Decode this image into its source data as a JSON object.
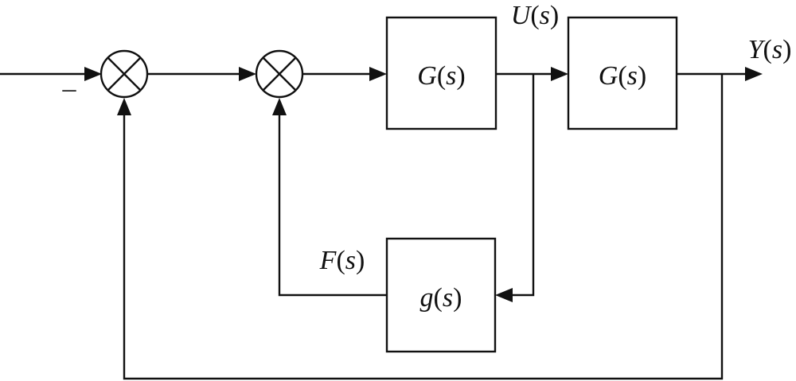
{
  "blocks": {
    "block1": {
      "func": "G",
      "var": "s"
    },
    "block2": {
      "func": "G",
      "var": "s"
    },
    "feedback": {
      "func": "g",
      "var": "s"
    }
  },
  "signals": {
    "u": {
      "func": "U",
      "var": "s"
    },
    "y": {
      "func": "Y",
      "var": "s"
    },
    "f": {
      "func": "F",
      "var": "s"
    }
  },
  "signs": {
    "outer_minus": "–"
  },
  "colors": {
    "stroke": "#111111",
    "background": "#ffffff"
  }
}
